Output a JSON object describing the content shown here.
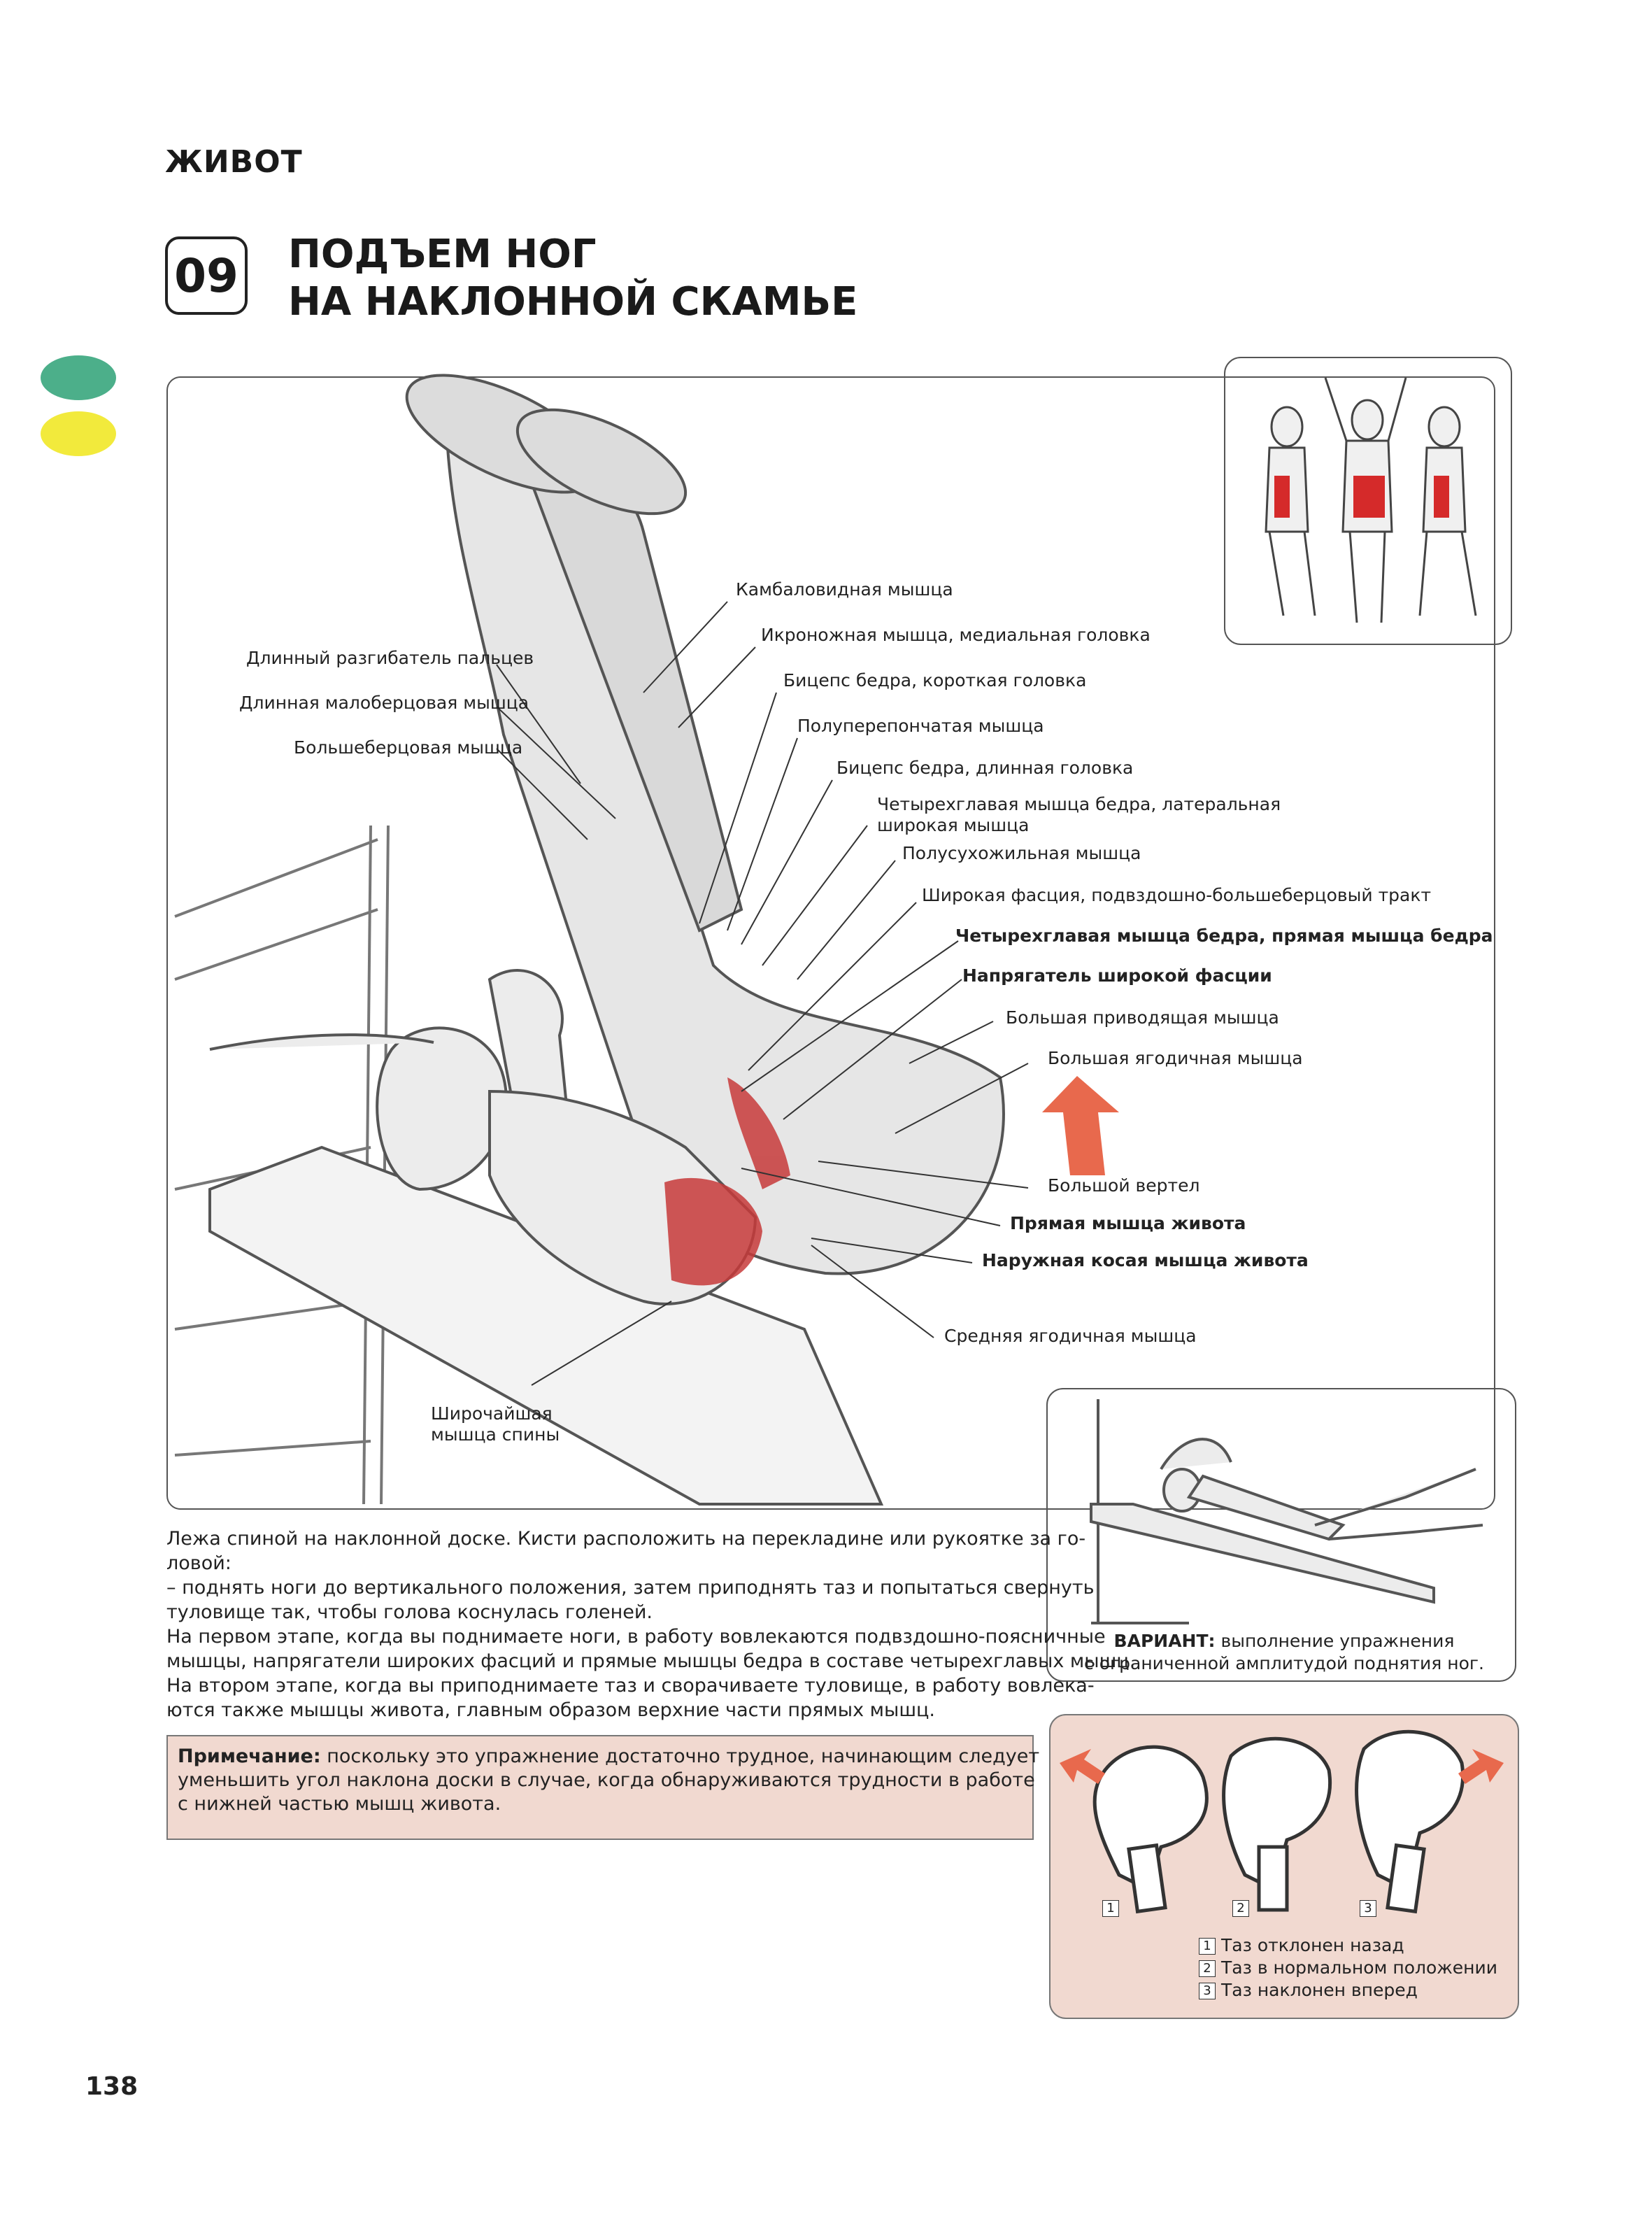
{
  "header": {
    "section": "ЖИВОТ",
    "exercise_number": "09",
    "title_line1": "ПОДЪЕМ НОГ",
    "title_line2": "НА НАКЛОННОЙ СКАМЬЕ"
  },
  "colors": {
    "dot_top": "#4caf8a",
    "dot_bottom": "#f2ea3c",
    "note_bg": "#f1d9d0",
    "muscle_red": "#c73a3a",
    "arrow": "#e8694d"
  },
  "muscle_labels": {
    "l1": "Камбаловидная мышца",
    "l2": "Икроножная мышца, медиальная головка",
    "l3": "Бицепс бедра, короткая головка",
    "l4": "Полуперепончатая мышца",
    "l5": "Бицепс бедра, длинная головка",
    "l6a": "Четырехглавая мышца бедра, латеральная",
    "l6b": "широкая мышца",
    "l7": "Полусухожильная мышца",
    "l8": "Широкая фасция, подвздошно-большеберцовый тракт",
    "l9": "Четырехглавая мышца бедра, прямая мышца бедра",
    "l10": "Напрягатель широкой фасции",
    "l11": "Большая приводящая мышца",
    "l12": "Большая ягодичная мышца",
    "l13": "Большой вертел",
    "l14": "Прямая мышца живота",
    "l15": "Наружная косая мышца живота",
    "l16": "Средняя ягодичная мышца",
    "l17a": "Широчайшая",
    "l17b": "мышца спины",
    "left1": "Длинный разгибатель пальцев",
    "left2": "Длинная малоберцовая мышца",
    "left3": "Большеберцовая мышца"
  },
  "description": {
    "line1": "Лежа спиной на наклонной доске. Кисти расположить на перекладине или рукоятке за го-",
    "line2": "ловой:",
    "line3": "– поднять ноги до вертикального положения, затем приподнять таз и попытаться свернуть",
    "line4": "туловище так, чтобы голова коснулась голеней.",
    "line5": "На первом этапе, когда вы поднимаете ноги, в работу вовлекаются подвздошно-поясничные",
    "line6": "мышцы, напрягатели широких фасций и прямые мышцы бедра в составе четырехглавых мышц.",
    "line7": "На втором этапе, когда вы приподнимаете таз и сворачиваете туловище, в работу вовлека-",
    "line8": "ются также мышцы живота, главным образом верхние части прямых мышц."
  },
  "note": {
    "label": "Примечание:",
    "line1": " поскольку это упражнение достаточно трудное, начинающим следует",
    "line2": "уменьшить угол наклона доски в случае, когда обнаруживаются трудности в работе",
    "line3": "с нижней частью мышц живота."
  },
  "variant": {
    "label": "ВАРИАНТ:",
    "line1": " выполнение упражнения",
    "line2": "с ограниченной амплитудой поднятия ног."
  },
  "pelvis": {
    "n1": "1",
    "n2": "2",
    "n3": "3",
    "legend1": "Таз отклонен назад",
    "legend2": "Таз в нормальном положении",
    "legend3": "Таз наклонен вперед"
  },
  "page_number": "138"
}
